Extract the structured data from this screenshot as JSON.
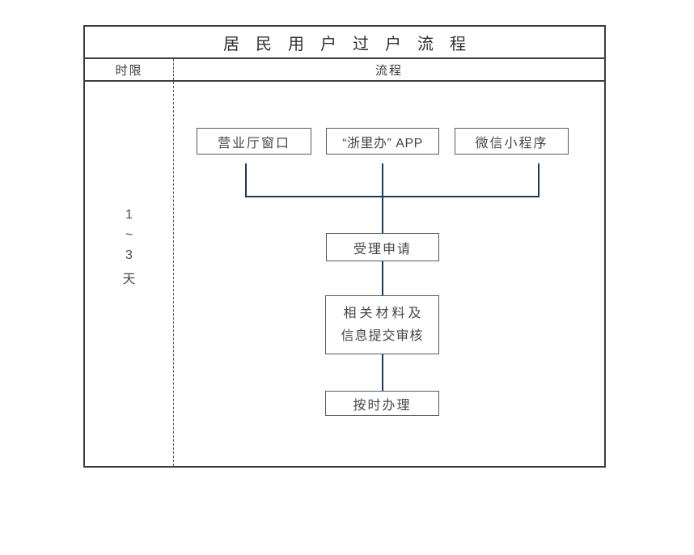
{
  "flowchart": {
    "title": "居民用户过户流程",
    "header": {
      "time_limit_label": "时限",
      "process_label": "流程"
    },
    "time_limit": {
      "lines": [
        "1",
        "~",
        "3",
        "天"
      ]
    },
    "nodes": {
      "hall": "营业厅窗口",
      "app": "“浙里办” APP",
      "wechat": "微信小程序",
      "accept": "受理申请",
      "review_line1": "相关材料及",
      "review_line2": "信息提交审核",
      "handle": "按时办理"
    }
  },
  "colors": {
    "background": "#ffffff",
    "frame_border": "#3d3d3d",
    "node_border": "#5a5a5a",
    "connector_line": "#1f3a55",
    "text": "#474747",
    "column_divider_dashed": "#5a5a5a"
  }
}
